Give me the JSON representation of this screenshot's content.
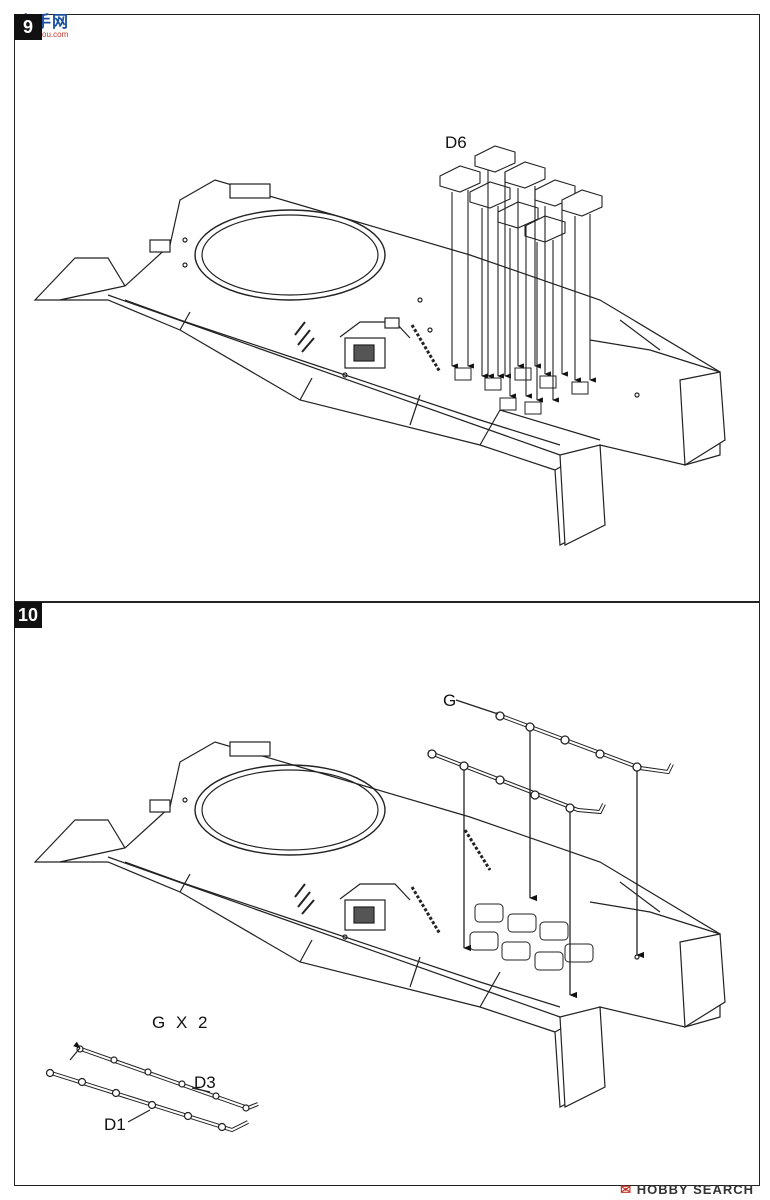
{
  "watermark": {
    "logo_text": "高手网",
    "logo_sub": "gao.shou.com"
  },
  "steps": {
    "top_number": "9",
    "bottom_number": "10"
  },
  "labels": {
    "part_d6": "D6",
    "part_g": "G",
    "gx2": "G X 2",
    "part_d3": "D3",
    "part_d1": "D1"
  },
  "footer": {
    "brand": "HOBBY SEARCH"
  }
}
